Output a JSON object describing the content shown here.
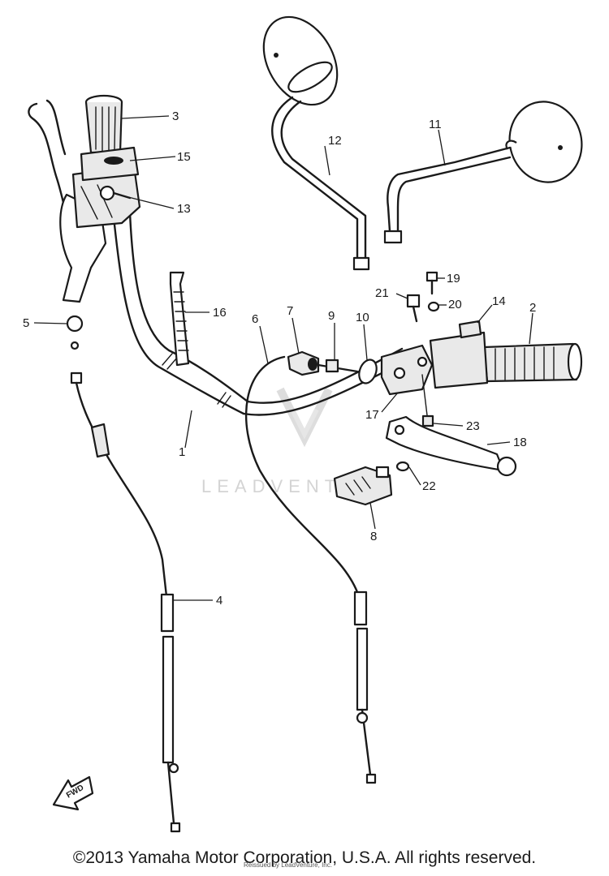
{
  "diagram": {
    "callouts": [
      {
        "id": "c1",
        "text": "1"
      },
      {
        "id": "c2",
        "text": "2"
      },
      {
        "id": "c3",
        "text": "3"
      },
      {
        "id": "c4",
        "text": "4"
      },
      {
        "id": "c5",
        "text": "5"
      },
      {
        "id": "c6",
        "text": "6"
      },
      {
        "id": "c7",
        "text": "7"
      },
      {
        "id": "c8",
        "text": "8"
      },
      {
        "id": "c9",
        "text": "9"
      },
      {
        "id": "c10",
        "text": "10"
      },
      {
        "id": "c11",
        "text": "11"
      },
      {
        "id": "c12",
        "text": "12"
      },
      {
        "id": "c13",
        "text": "13"
      },
      {
        "id": "c14",
        "text": "14"
      },
      {
        "id": "c15",
        "text": "15"
      },
      {
        "id": "c16",
        "text": "16"
      },
      {
        "id": "c17",
        "text": "17"
      },
      {
        "id": "c18",
        "text": "18"
      },
      {
        "id": "c19",
        "text": "19"
      },
      {
        "id": "c20",
        "text": "20"
      },
      {
        "id": "c21",
        "text": "21"
      },
      {
        "id": "c22",
        "text": "22"
      },
      {
        "id": "c23",
        "text": "23"
      }
    ],
    "fwd_label": "FWD",
    "watermark": "LEADVENTURE"
  },
  "footer": {
    "copyright": "©2013 Yamaha Motor Corporation, U.S.A. All rights reserved.",
    "credit": "Reissued by LeadVenture, Inc."
  }
}
